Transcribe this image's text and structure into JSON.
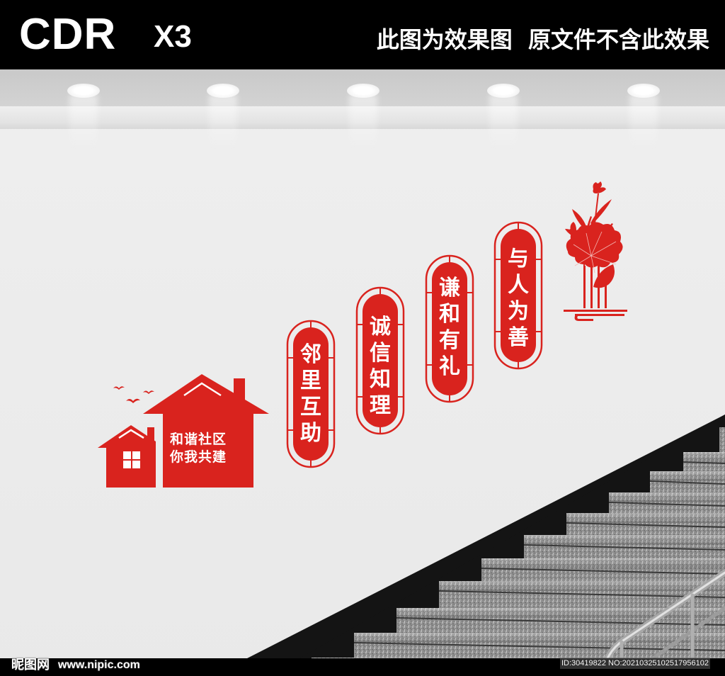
{
  "header": {
    "format_label": "CDR",
    "version_label": "X3",
    "notice": "此图为效果图  原文件不含此效果"
  },
  "scene": {
    "ceiling_lights": 5,
    "colors": {
      "brand_red": "#d9231e",
      "wall": "#ebebeb",
      "ceiling": "#cecece",
      "stair_dark": "#141414",
      "stair_tread": "#9a9a9a"
    }
  },
  "house_sign": {
    "line1": "和谐社区",
    "line2": "你我共建"
  },
  "panels": [
    {
      "text": "邻里互助"
    },
    {
      "text": "诚信知理"
    },
    {
      "text": "谦和有礼"
    },
    {
      "text": "与人为善"
    }
  ],
  "decoration": {
    "icon": "lotus-flower-icon"
  },
  "footer": {
    "site_logo": "昵图网",
    "site_url": "www.nipic.com",
    "image_id": "ID:30419822 NO:20210325102517956102"
  }
}
